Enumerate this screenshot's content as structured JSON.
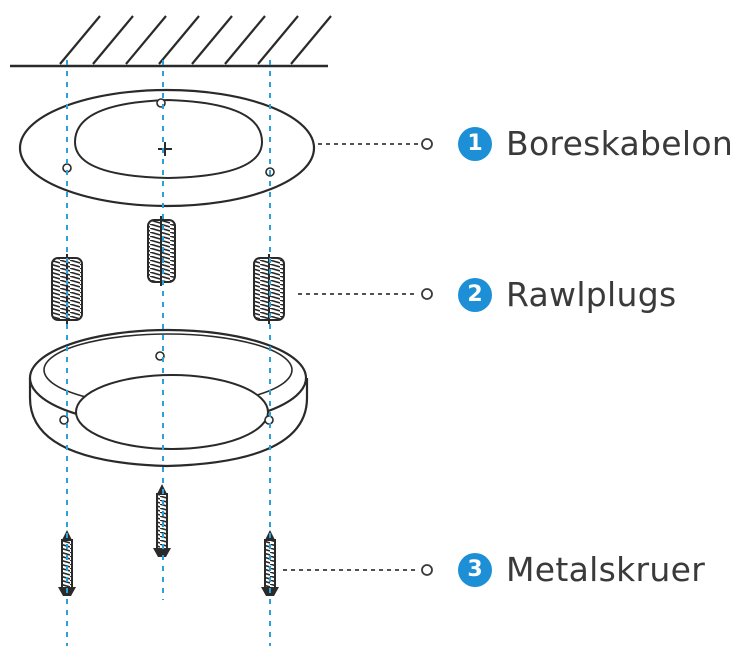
{
  "colors": {
    "guide_line": "#2ea0d8",
    "badge": "#1d8fd6",
    "stroke": "#2a2a2a",
    "label_text": "#3a3a3a"
  },
  "callouts": [
    {
      "number": "1",
      "label": "Boreskabelon"
    },
    {
      "number": "2",
      "label": "Rawlplugs"
    },
    {
      "number": "3",
      "label": "Metalskruer"
    }
  ]
}
